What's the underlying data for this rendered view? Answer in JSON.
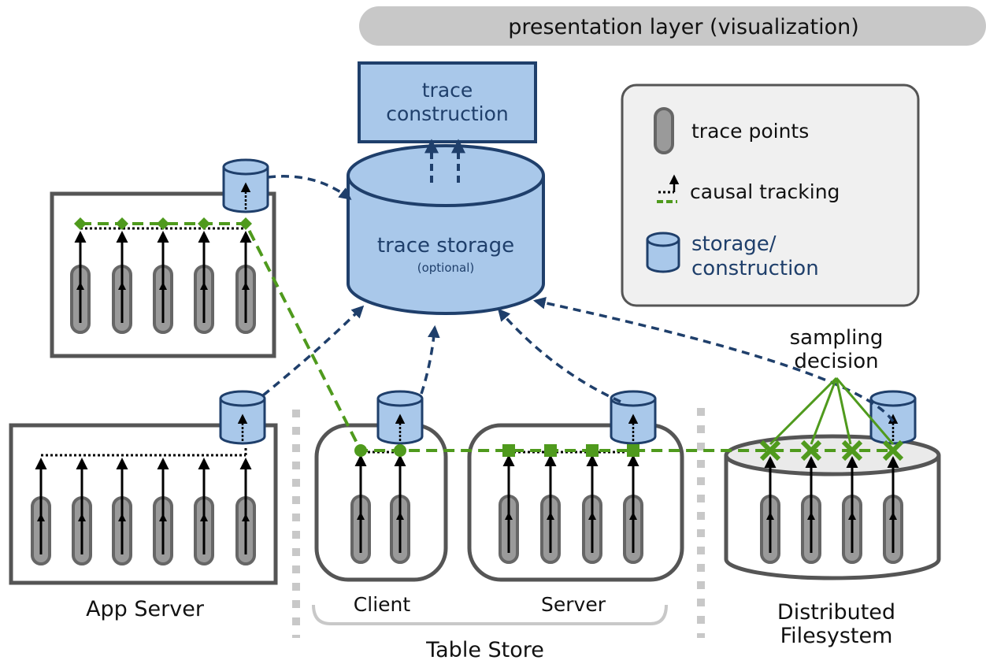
{
  "header": {
    "presentation_layer": "presentation layer (visualization)"
  },
  "center": {
    "trace_construction_line1": "trace",
    "trace_construction_line2": "construction",
    "trace_storage": "trace storage",
    "trace_storage_note": "(optional)"
  },
  "legend": {
    "trace_points": "trace points",
    "causal_tracking": "causal tracking",
    "storage_line1": "storage/",
    "storage_line2": "construction"
  },
  "annotations": {
    "sampling_line1": "sampling",
    "sampling_line2": "decision"
  },
  "components": {
    "app_server": "App Server",
    "client": "Client",
    "server": "Server",
    "table_store": "Table Store",
    "dfs_line1": "Distributed",
    "dfs_line2": "Filesystem"
  },
  "colors": {
    "accent_blue": "#1f3f6b",
    "fill_blue": "#a9c8ea",
    "causal_green": "#4f9a1d",
    "box_gray": "#555555",
    "tracepoint_gray": "#9a9a9a",
    "legend_bg": "#f0f0f0"
  }
}
